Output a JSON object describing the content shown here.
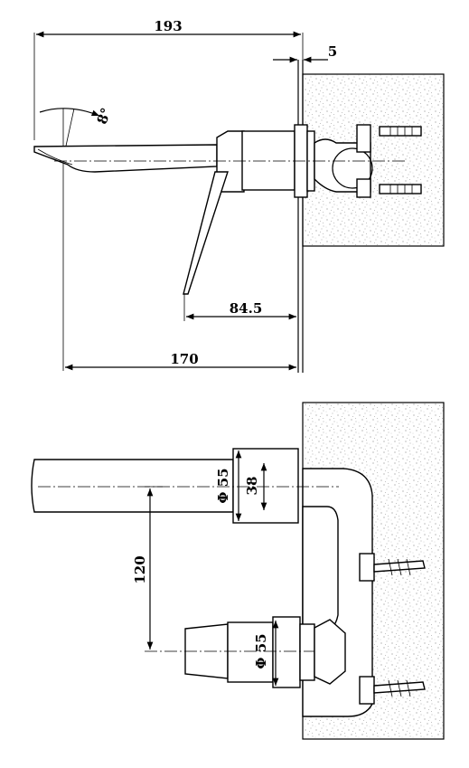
{
  "dimensions": {
    "top_width": "193",
    "gap": "5",
    "angle": "8°",
    "lever_reach": "84.5",
    "spout_length": "170",
    "diameter_upper": "Φ 55",
    "height_upper": "38",
    "spacing": "120",
    "diameter_lower": "Φ 55"
  }
}
